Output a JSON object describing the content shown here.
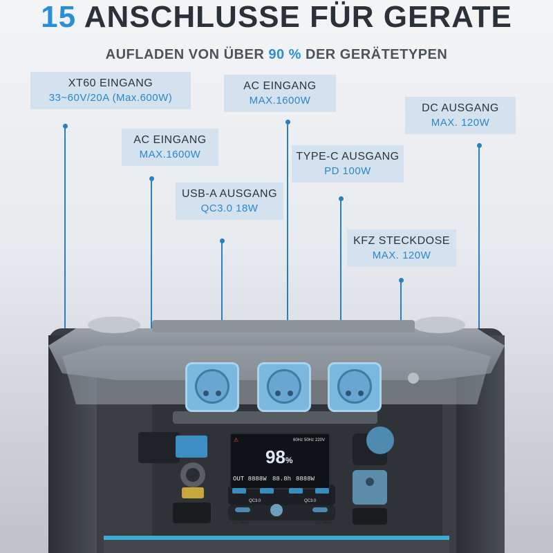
{
  "headline": {
    "number": "15",
    "text": "ANSCHLUSSE FÜR GERATE"
  },
  "subline": {
    "before": "AUFLADEN VON ÜBER",
    "percent": "90 %",
    "after": "DER GERÄTETYPEN"
  },
  "labels": {
    "xt60": {
      "title": "XT60 EINGANG",
      "spec": "33~60V/20A (Max.600W)"
    },
    "ac_left": {
      "title": "AC EINGANG",
      "spec": "MAX.1600W"
    },
    "ac_top": {
      "title": "AC EINGANG",
      "spec": "MAX.1600W"
    },
    "usb_a": {
      "title": "USB-A AUSGANG",
      "spec": "QC3.0 18W"
    },
    "type_c": {
      "title": "TYPE-C AUSGANG",
      "spec": "PD 100W"
    },
    "dc": {
      "title": "DC AUSGANG",
      "spec": "MAX. 120W"
    },
    "kfz": {
      "title": "KFZ STECKDOSE",
      "spec": "MAX. 120W"
    }
  },
  "display": {
    "battery": "98",
    "unit": "%",
    "out_label": "OUT",
    "out_value": "8888",
    "out_unit": "W",
    "time_value": "88.8",
    "time_unit": "h",
    "in_value": "8888",
    "in_unit": "W",
    "freq1": "60Hz",
    "freq2": "50Hz",
    "volt": "220V"
  },
  "ports": {
    "qc_left": "QC3.0",
    "qc_right": "QC3.0",
    "pd_left": "PD100W",
    "pd_right": "PD100W"
  },
  "colors": {
    "accent": "#2a8fd6",
    "label_bg": "#d3e2ee",
    "socket": "#7cb8dd",
    "glow": "#3ab9e8"
  }
}
